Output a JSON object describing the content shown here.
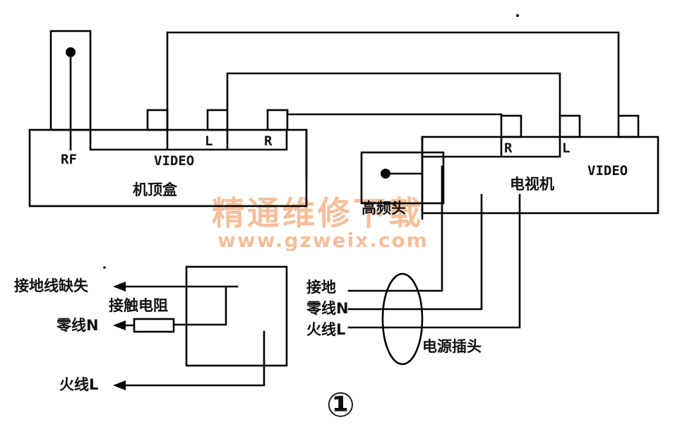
{
  "labels": {
    "rf": "RF",
    "video_stb": "VIDEO",
    "l_stb": "L",
    "r_stb": "R",
    "set_top_box": "机顶盒",
    "r_tv": "R",
    "l_tv": "L",
    "video_tv": "VIDEO",
    "tv": "电视机",
    "tuner": "高频头",
    "ground": "接地",
    "neutral": "零线N",
    "live": "火线L",
    "power_plug": "电源插头",
    "ground_missing": "接地线缺失",
    "contact_resistance": "接触电阻",
    "neutral_left": "零线N",
    "live_left": "火线L",
    "figure_number": "①"
  },
  "watermark": {
    "line1": "精通维修下载",
    "line2": "www.gzweix.com",
    "color": "#f3b48a"
  }
}
